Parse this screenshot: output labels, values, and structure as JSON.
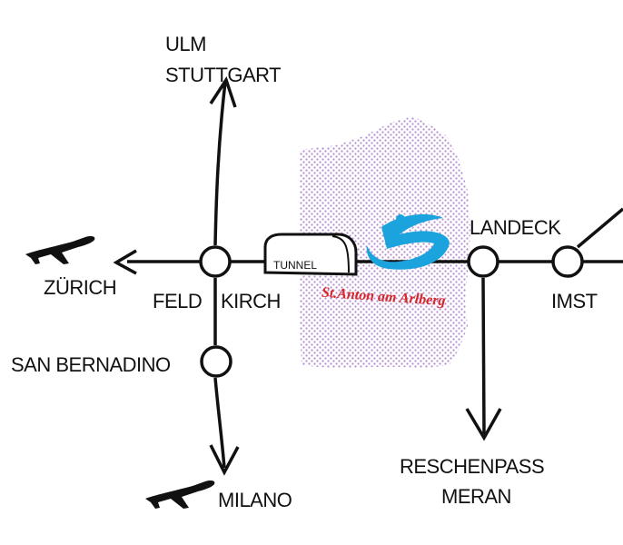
{
  "map": {
    "colors": {
      "line": "#111111",
      "region_dots": "#b48ccf",
      "logo_blue": "#1aa3dc",
      "logo_red": "#d7262b",
      "background": "#ffffff"
    },
    "cities": {
      "ulm": "ULM",
      "stuttgart": "STUTTGART",
      "zurich": "ZÜRICH",
      "feld": "FELD",
      "kirch": "KIRCH",
      "san_bernadino": "SAN BERNADINO",
      "milano": "MILANO",
      "landeck": "LANDECK",
      "imst": "IMST",
      "reschenpass": "RESCHENPASS",
      "meran": "MERAN"
    },
    "tunnel_label": "TUNNEL",
    "logo_text": "St.Anton am Arlberg",
    "icons": {
      "zurich_airport": "airplane-icon",
      "milano_airport": "airplane-icon"
    }
  }
}
